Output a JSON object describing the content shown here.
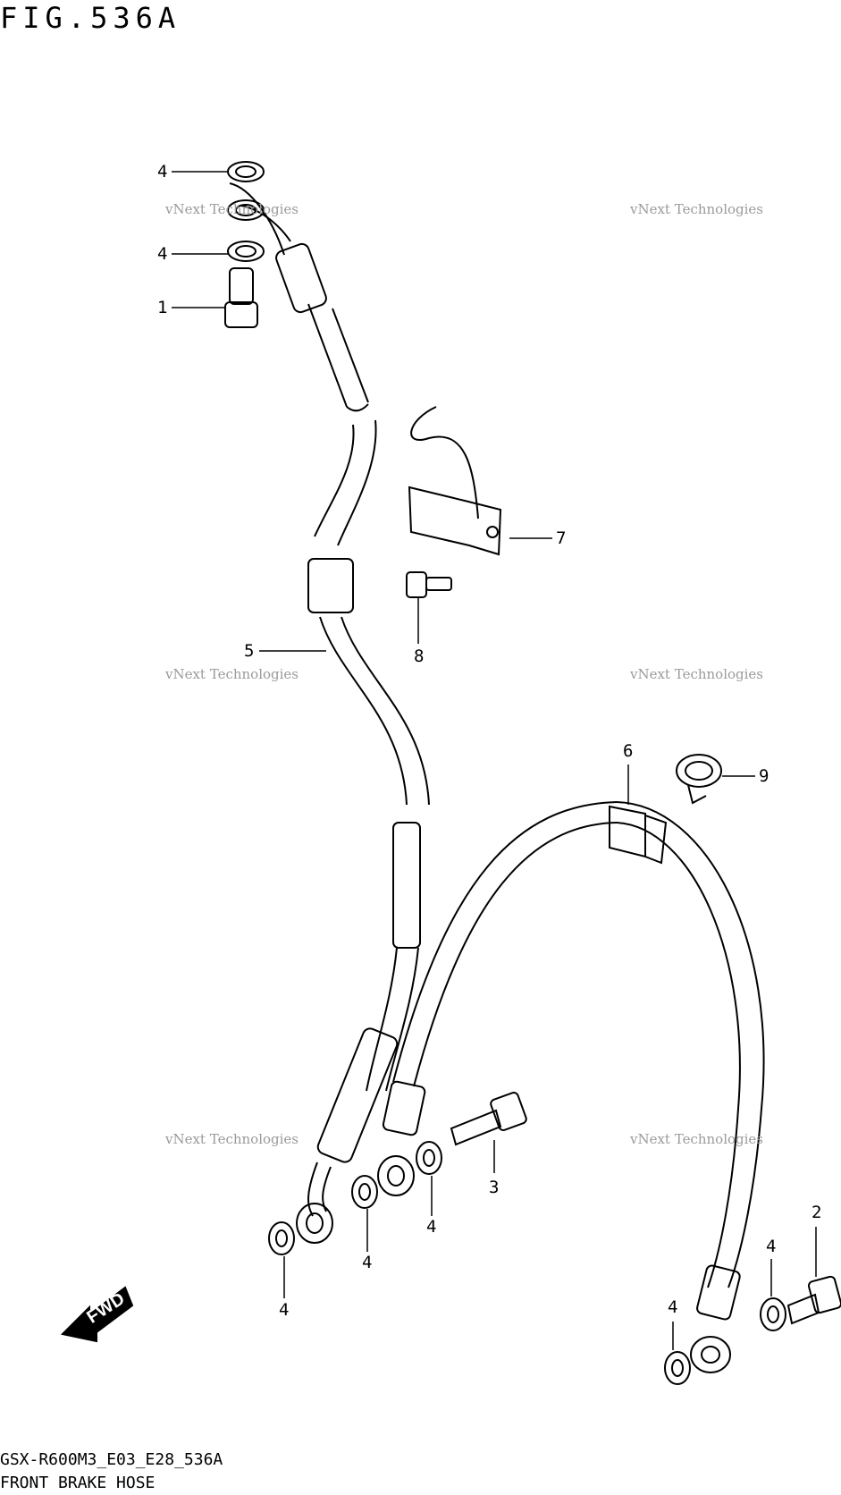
{
  "figure": {
    "title": "FIG.536A",
    "model_code": "GSX-R600M3_E03_E28_536A",
    "section_name": "FRONT BRAKE HOSE"
  },
  "callouts": [
    {
      "id": "c-4a",
      "label": "4"
    },
    {
      "id": "c-4b",
      "label": "4"
    },
    {
      "id": "c-1",
      "label": "1"
    },
    {
      "id": "c-5",
      "label": "5"
    },
    {
      "id": "c-7",
      "label": "7"
    },
    {
      "id": "c-8",
      "label": "8"
    },
    {
      "id": "c-6",
      "label": "6"
    },
    {
      "id": "c-9",
      "label": "9"
    },
    {
      "id": "c-3",
      "label": "3"
    },
    {
      "id": "c-4c",
      "label": "4"
    },
    {
      "id": "c-4d",
      "label": "4"
    },
    {
      "id": "c-4e",
      "label": "4"
    },
    {
      "id": "c-2",
      "label": "2"
    },
    {
      "id": "c-4f",
      "label": "4"
    },
    {
      "id": "c-4g",
      "label": "4"
    }
  ],
  "fwd_arrow": {
    "label": "FWD"
  },
  "watermark": {
    "line1": "vNext Technologies",
    "line2": "vNext Technologies"
  }
}
